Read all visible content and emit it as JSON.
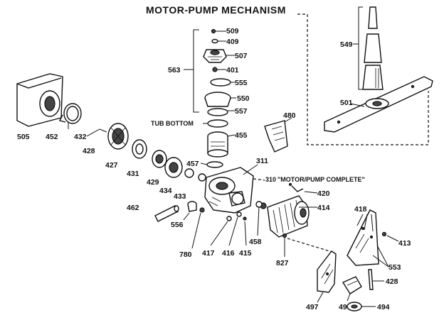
{
  "title": "MOTOR-PUMP MECHANISM",
  "notes": {
    "tub_bottom": "TUB BOTTOM",
    "motor_pump_complete": "\"MOTOR/PUMP COMPLETE\""
  },
  "labels": {
    "l509": "509",
    "l409": "409",
    "l507": "507",
    "l563": "563",
    "l401": "401",
    "l555": "555",
    "l550": "550",
    "l557": "557",
    "l549": "549",
    "l501": "501",
    "l480": "480",
    "l455": "455",
    "l505": "505",
    "l452": "452",
    "l432": "432",
    "l428a": "428",
    "l427": "427",
    "l431": "431",
    "l429": "429",
    "l434": "434",
    "l433": "433",
    "l457": "457",
    "l311": "311",
    "l310": "310",
    "l420": "420",
    "l414": "414",
    "l462": "462",
    "l556": "556",
    "l780": "780",
    "l417": "417",
    "l416": "416",
    "l415": "415",
    "l458": "458",
    "l827": "827",
    "l418": "418",
    "l413": "413",
    "l553": "553",
    "l428b": "428",
    "l497": "497",
    "l493": "493",
    "l494": "494"
  }
}
